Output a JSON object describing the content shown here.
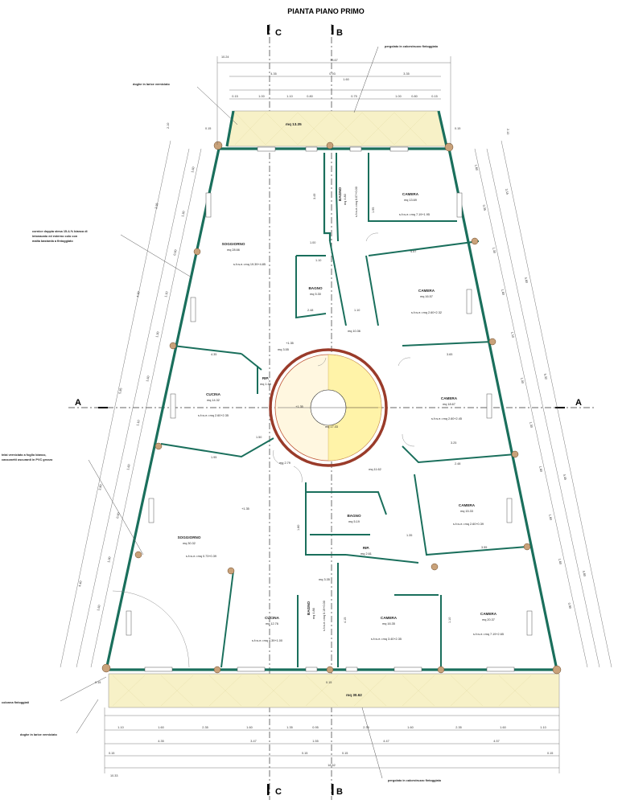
{
  "title": "PIANTA PIANO PRIMO",
  "section_marks": {
    "c": "C",
    "b": "B",
    "a": "A"
  },
  "notes": {
    "pergola_top": "pergolato in calcestruzzo fintoggiato",
    "doghe_top": "doghe in larice verniciato",
    "left_upper": [
      "cornice doppia stesa 15-4-% bianca di",
      "intonacato ed esterno colo con",
      "malta bastarda a fintoggiato"
    ],
    "left_lower": [
      "telai verniciato a foglio bianco,",
      "cassonetti oscuranti in PVC grezzo"
    ],
    "left_bottom_a": "colonna fintoggiati",
    "left_bottom_b": "doghe in larice verniciato",
    "pergola_bottom": "pergolato in calcestruzzo fintoggiato"
  },
  "rooms": {
    "loggia_top": "mq 13.35",
    "soggiorno_1": "SOGGIORNO",
    "soggiorno_1_area": "mq 28.66",
    "soggiorno_1_calc": "s.f=s.e.=mq 19.39+4.85",
    "bagno_1": "BAGNO",
    "bagno_1_area": "mq 5.30",
    "bagno_v1": "BAGNO",
    "bagno_v1_area": "mq 4.80",
    "bagno_v1_calc": "s.f=s.e.=mq 0.07+0.00",
    "camera_1": "CAMERA",
    "camera_1_area": "mq 13.69",
    "camera_1_calc": "s.f=s.e.=mq 7.19+1.95",
    "camera_2": "CAMERA",
    "camera_2_area": "mq 16.57",
    "camera_2_calc": "s.f=s.e.=mq 2.60+2.32",
    "dis_1": "mq 10.36",
    "rip_1": "RIP.",
    "rip_1_area": "mq 1.55",
    "lev_1": "+1.35",
    "lev_1_area": "mq 3.55",
    "cucina_1": "CUCINA",
    "cucina_1_area": "mq 14.32",
    "cucina_1_calc": "s.f=s.e.=mq 2.60+2.35",
    "scala_level": "+1.35",
    "scala_area": "mq 17.33",
    "camera_3": "CAMERA",
    "camera_3_area": "mq 18.67",
    "camera_3_calc": "s.f=s.e.=mq 2.60+2.45",
    "dis_2": "mq 11.62",
    "dis_3": "mq 2.79",
    "soggiorno_2": "SOGGIORNO",
    "soggiorno_2_area": "mq 30.32",
    "soggiorno_2_calc": "s.f=s.e.=mq 0.73+0.39",
    "lev_2": "+1.35",
    "bagno_2": "BAGNO",
    "bagno_2_area": "mq 5.19",
    "rip_2": "RIP.",
    "rip_2_area": "mq 2.61",
    "camera_4": "CAMERA",
    "camera_4_area": "mq 15.33",
    "camera_4_calc": "s.f=s.e.=mq 2.60+0.39",
    "dis_4": "mq 3.35",
    "bagno_v2": "BAGNO",
    "bagno_v2_area": "mq 4.86",
    "bagno_v2_calc": "s.f=s.e.=mq 0.19+0.00",
    "cucina_2": "CUCINA",
    "cucina_2_area": "mq 12.76",
    "cucina_2_calc": "s.f=s.e.=mq 4.39+1.00",
    "camera_5": "CAMERA",
    "camera_5_area": "mq 16.35",
    "camera_5_calc": "s.f=s.e.=mq 3.40+2.35",
    "camera_6": "CAMERA",
    "camera_6_area": "mq 20.37",
    "camera_6_calc": "s.f=s.e.=mq 7.19+2.65",
    "loggia_bottom": "mq 30.62"
  },
  "dims_top": {
    "overall": "18.67",
    "overall_b": "10.24",
    "row1": [
      "4.35",
      "0.93",
      "1.60",
      "3.35"
    ],
    "row2": [
      "0.15",
      "1.00",
      "1.10",
      "0.80",
      "0.75",
      "1.00",
      "0.80",
      "0.15"
    ],
    "side_left": "2.10",
    "side_right": "2.10",
    "tiny": [
      "0.15",
      "0.15"
    ]
  },
  "dims_bottom": {
    "row1": [
      "1.10",
      "1.60",
      "2.35",
      "1.60",
      "1.35",
      "0.95",
      "2.35",
      "1.60",
      "2.35",
      "1.60",
      "1.10"
    ],
    "row2": [
      "4.35",
      "3.47",
      "1.55",
      "4.47",
      "4.57"
    ],
    "row3": [
      "0.15",
      "0.15",
      "0.15",
      "0.15"
    ],
    "overall": "18.62",
    "overall_b": "10.33",
    "small": [
      "0.15",
      "0.15"
    ]
  },
  "dims_left": [
    "1.60",
    "1.30",
    "0.90",
    "1.10",
    "1.30",
    "1.60",
    "1.10",
    "1.60",
    "0.90",
    "1.00",
    "1.60"
  ],
  "dims_left_outer": [
    "3.35",
    "4.30",
    "5.85",
    "3.80",
    "4.40"
  ],
  "dims_right": [
    "1.60",
    "0.35",
    "1.30",
    "1.60",
    "1.10",
    "1.00",
    "1.30",
    "1.60",
    "1.60",
    "1.60",
    "0.90"
  ],
  "dims_right_outer": [
    "3.15",
    "4.60",
    "5.32",
    "4.45",
    "4.80"
  ],
  "dims_inner": [
    "3.49",
    "1.00",
    "1.10",
    "1.95",
    "4.57",
    "3.65",
    "2.48",
    "1.10",
    "4.35",
    "3.25",
    "2.48",
    "1.35",
    "3.55",
    "1.50",
    "1.95",
    "1.80",
    "4.15",
    "1.10"
  ]
}
